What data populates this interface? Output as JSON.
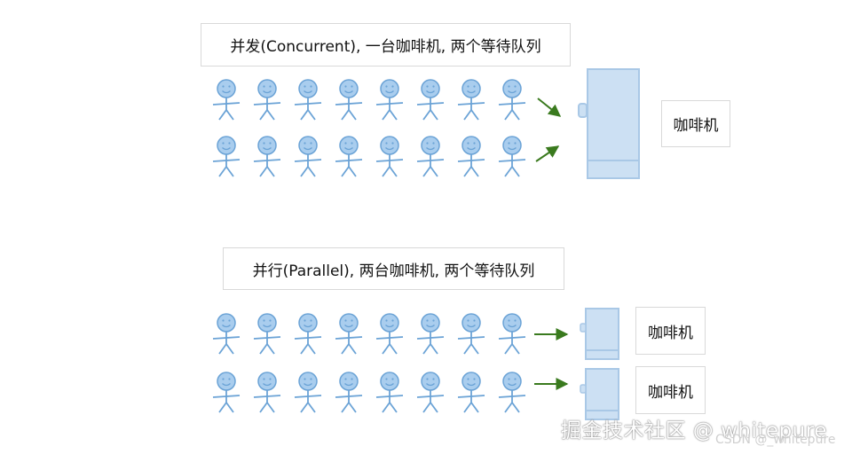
{
  "concurrent": {
    "caption": "并发(Concurrent), 一台咖啡机, 两个等待队列",
    "machine_label": "咖啡机"
  },
  "parallel": {
    "caption": "并行(Parallel), 两台咖啡机, 两个等待队列",
    "machine_labels": [
      "咖啡机",
      "咖啡机"
    ]
  },
  "colors": {
    "person_fill": "#a9cdee",
    "person_stroke": "#6ba3d6",
    "machine_fill": "#cce0f3",
    "machine_stroke": "#a9c8e6",
    "arrow": "#3a7a1e"
  },
  "watermark": {
    "main": "掘金技术社区 @ whitepure",
    "sub": "CSDN @_whitepure"
  }
}
